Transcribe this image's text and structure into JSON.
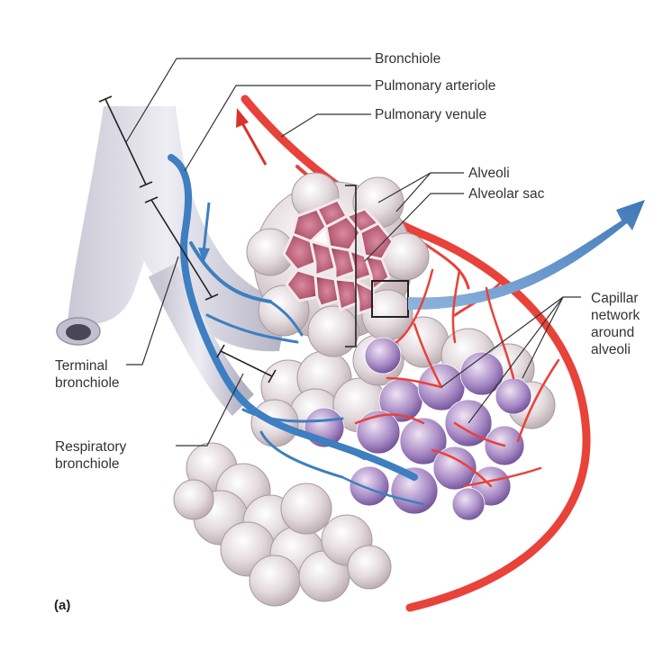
{
  "labels": {
    "bronchiole": "Bronchiole",
    "pulmonary_arteriole": "Pulmonary arteriole",
    "pulmonary_venule": "Pulmonary venule",
    "alveoli": "Alveoli",
    "alveolar_sac": "Alveolar sac",
    "capillary_network": [
      "Capillar",
      "network",
      "around",
      "alveoli"
    ],
    "terminal_bronchiole": [
      "Terminal",
      "bronchiole"
    ],
    "respiratory_bronchiole": [
      "Respiratory",
      "bronchiole"
    ]
  },
  "panel_label": "(a)",
  "colors": {
    "arteriole_blue": "#3d7fc0",
    "venule_red": "#e8423a",
    "tissue": "#ddd3d6",
    "alveolus_inner": "#b45a72",
    "capillary_purple": "#8a6bb0",
    "arrow_blue": "#4f87c4"
  }
}
